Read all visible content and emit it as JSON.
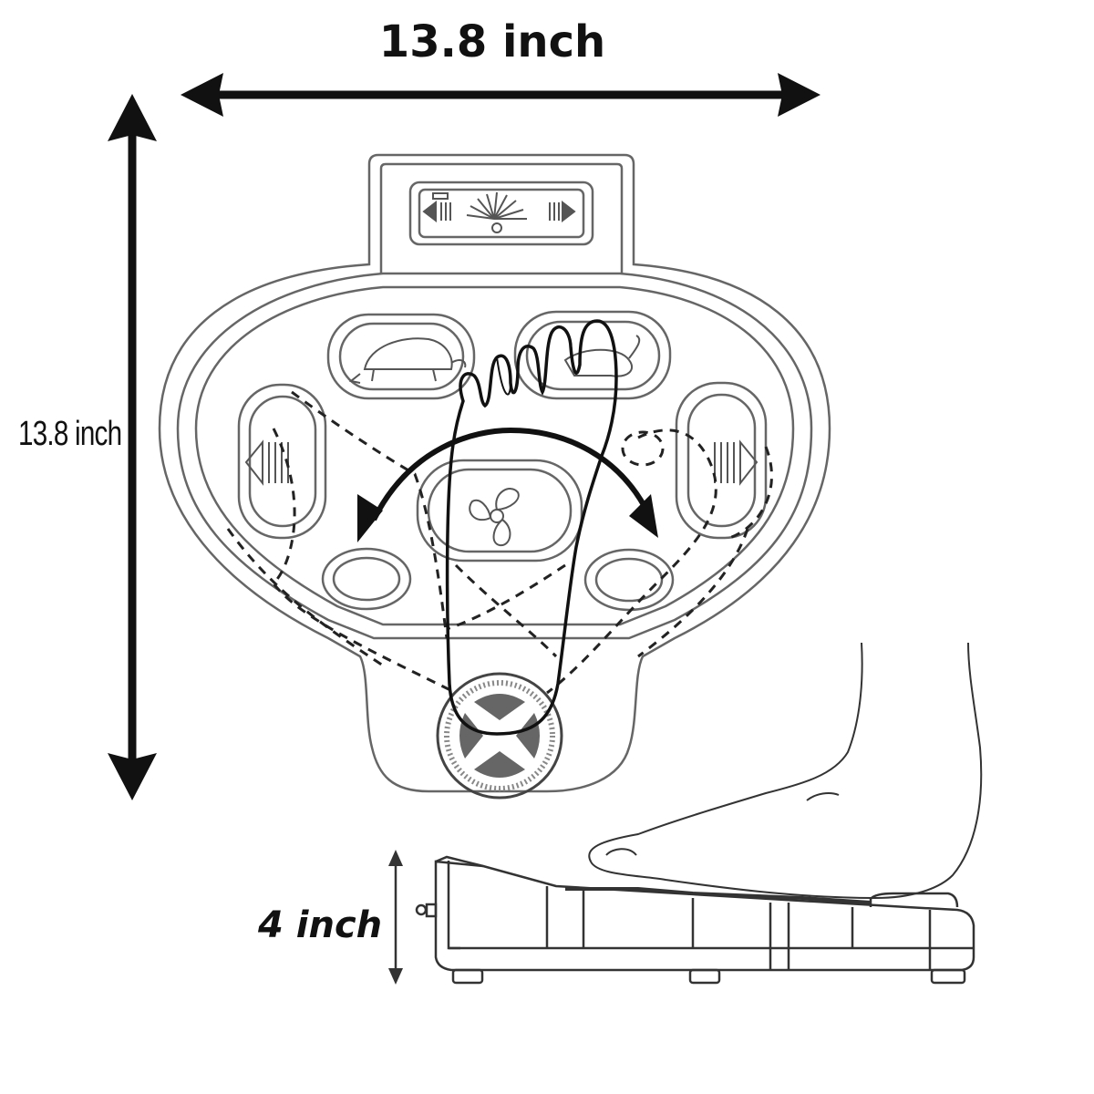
{
  "dimensions": {
    "width": "13.8 inch",
    "height": "13.8 inch",
    "depth": "4 inch"
  },
  "icons": {
    "top_view": "foot-massager-top-icon",
    "side_view": "foot-massager-side-icon",
    "foot": "foot-outline-icon",
    "fan": "fan-icon",
    "turtle": "turtle-icon",
    "rabbit": "rabbit-icon"
  },
  "colors": {
    "line": "#111111",
    "outline": "#666666"
  }
}
